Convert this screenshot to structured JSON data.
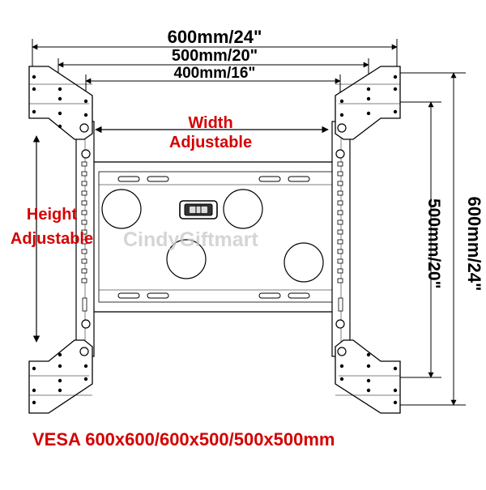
{
  "dimensions": {
    "width_600": "600mm/24\"",
    "width_500": "500mm/20\"",
    "width_400": "400mm/16\"",
    "height_500": "500mm/20\"",
    "height_600": "600mm/24\""
  },
  "labels": {
    "width_line1": "Width",
    "width_line2": "Adjustable",
    "height_line1": "Height",
    "height_line2": "Adjustable",
    "vesa": "VESA 600x600/600x500/500x500mm"
  },
  "watermark": "CindyGiftmart",
  "colors": {
    "label_red": "#d40000",
    "line": "#000000",
    "plate": "#ffffff"
  }
}
